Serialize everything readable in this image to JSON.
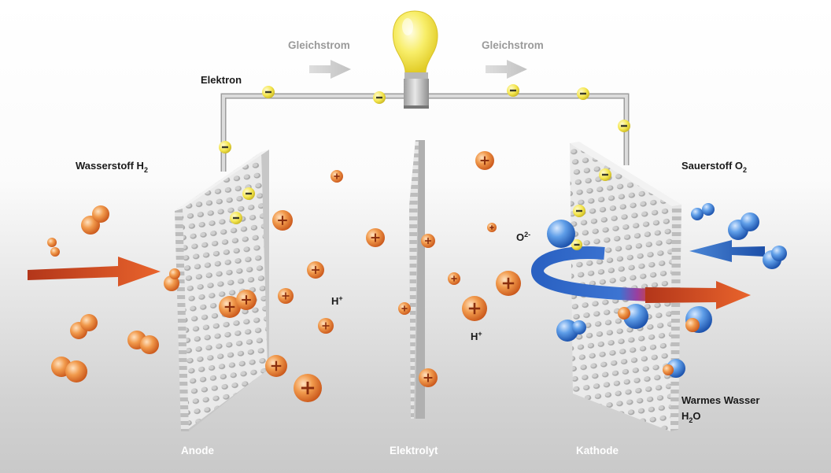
{
  "labels": {
    "dc_left": "Gleichstrom",
    "dc_right": "Gleichstrom",
    "electron": "Elektron",
    "hydrogen_text": "Wasserstoff H",
    "hydrogen_sub": "2",
    "oxygen_text": "Sauerstoff O",
    "oxygen_sub": "2",
    "proton_1_text": "H",
    "proton_1_sup": "+",
    "proton_2_text": "H",
    "proton_2_sup": "+",
    "oxide_text": "O",
    "oxide_sup": "2-",
    "water_line1": "Warmes Wasser",
    "water_h": "H",
    "water_sub": "2",
    "water_o": "O",
    "anode": "Anode",
    "electrolyte": "Elektrolyt",
    "cathode": "Kathode"
  },
  "colors": {
    "hydrogen": "#e8742a",
    "oxygen": "#2f74c9",
    "electron": "#f3e34a",
    "arrow_red": "#c8421b",
    "arrow_blue": "#2a5eb5",
    "wire": "#c4c4c4",
    "bulb": "#f6ec5a"
  },
  "icons": {
    "bulb": "light-bulb-icon",
    "electron": "minus-icon",
    "proton": "plus-icon"
  }
}
